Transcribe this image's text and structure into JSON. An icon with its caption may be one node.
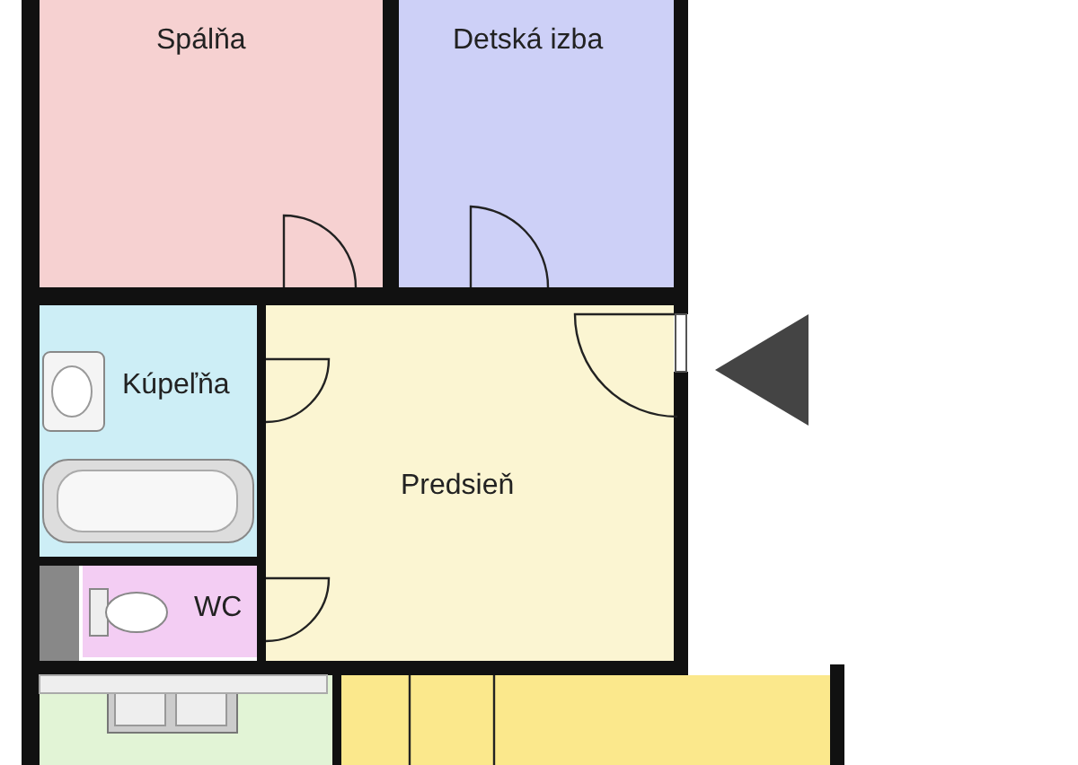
{
  "diagram": {
    "nodes": [
      {
        "text": [
          "Spálňa"
        ]
      },
      {
        "text": [
          "Detská izba"
        ]
      },
      {
        "text": [
          "Kúpeľňa"
        ]
      },
      {
        "text": [
          "Predsieň"
        ]
      },
      {
        "text": [
          "WC"
        ]
      },
      {
        "text": [],
        "shape": "box"
      },
      {
        "text": [],
        "shape": "box"
      }
    ]
  }
}
